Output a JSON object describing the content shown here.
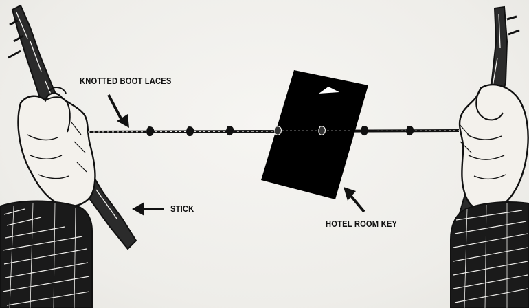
{
  "labels": {
    "knotted_boot_laces": "KNOTTED BOOT LACES",
    "stick": "STICK",
    "hotel_room_key": "HOTEL ROOM KEY"
  },
  "colors": {
    "paper": "#f1f0ed",
    "ink": "#111111",
    "card": "#000000",
    "card_arrow": "#ffffff"
  },
  "icons": {
    "key_card_marker": "triangle-up-icon",
    "pointer": "arrow-icon"
  }
}
